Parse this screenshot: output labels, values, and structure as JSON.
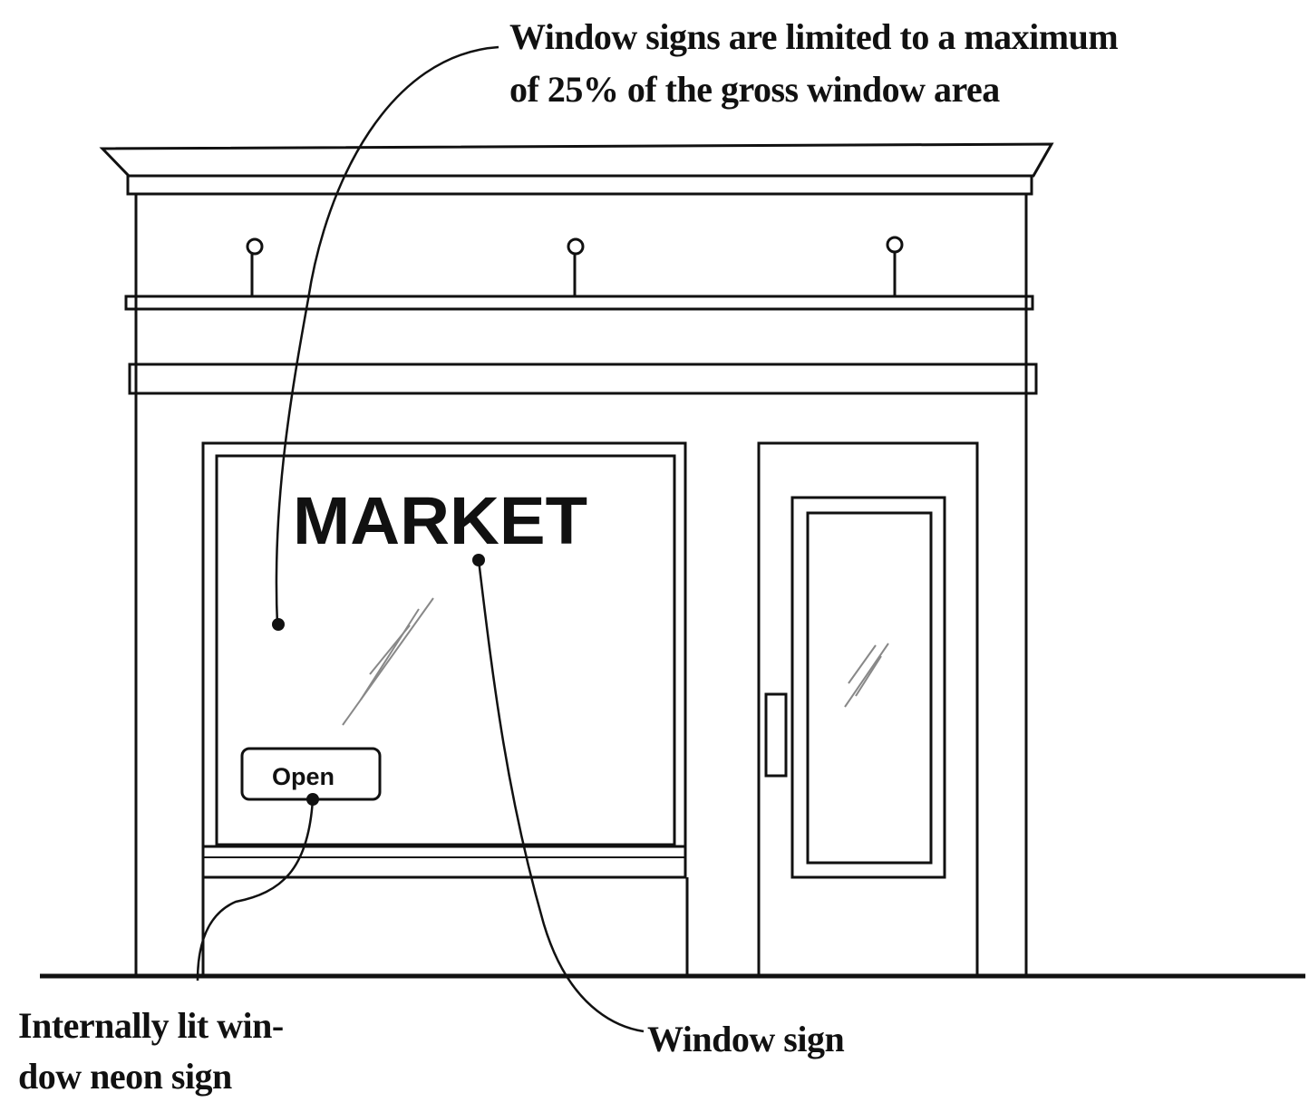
{
  "callouts": {
    "window_limit": {
      "line1": "Window signs are limited to a maximum",
      "line2": "of 25% of the gross window area"
    },
    "neon_sign": {
      "line1": "Internally lit win-",
      "line2": "dow neon sign"
    },
    "window_sign": "Window sign"
  },
  "storefront": {
    "window_sign_text": "MARKET",
    "open_sign_text": "Open"
  },
  "colors": {
    "line": "#111111",
    "background": "#ffffff",
    "glass_glare": "#888888"
  }
}
